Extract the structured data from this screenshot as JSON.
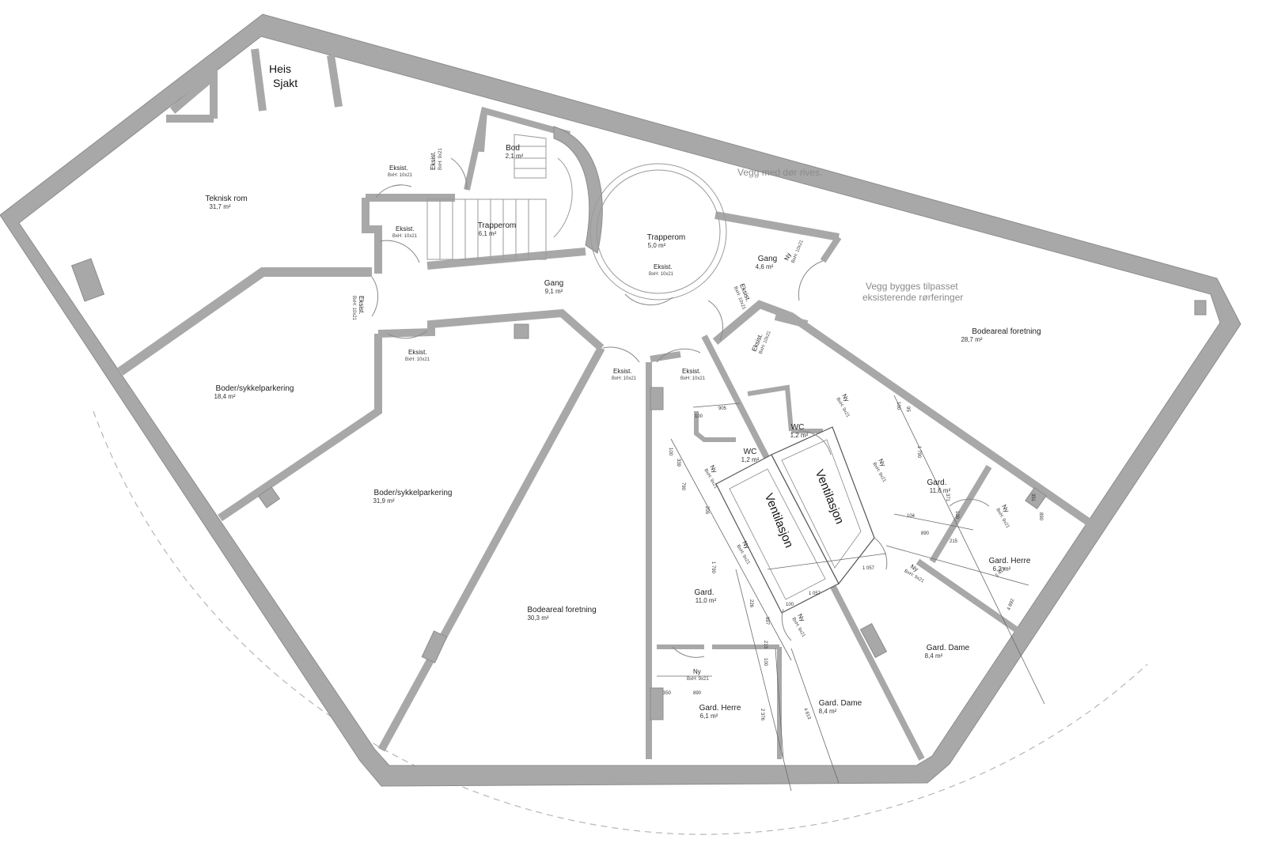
{
  "plan": {
    "rooms": [
      {
        "id": "heis",
        "name": "Heis",
        "area": "Sjakt"
      },
      {
        "id": "bod",
        "name": "Bod",
        "area": "2,1 m²"
      },
      {
        "id": "teknisk",
        "name": "Teknisk rom",
        "area": "31,7 m²"
      },
      {
        "id": "trapperom1",
        "name": "Trapperom",
        "area": "6,1 m²"
      },
      {
        "id": "trapperom2",
        "name": "Trapperom",
        "area": "5,0 m²"
      },
      {
        "id": "gang1",
        "name": "Gang",
        "area": "9,1 m²"
      },
      {
        "id": "gang2",
        "name": "Gang",
        "area": "4,6 m²"
      },
      {
        "id": "bodeareal1",
        "name": "Bodeareal foretning",
        "area": "28,7 m²"
      },
      {
        "id": "boder1",
        "name": "Boder/sykkelparkering",
        "area": "18,4 m²"
      },
      {
        "id": "boder2",
        "name": "Boder/sykkelparkering",
        "area": "31,9 m²"
      },
      {
        "id": "bodeareal2",
        "name": "Bodeareal foretning",
        "area": "30,3 m²"
      },
      {
        "id": "wc1",
        "name": "WC",
        "area": "1,2 m²"
      },
      {
        "id": "wc2",
        "name": "WC",
        "area": "1,2 m²"
      },
      {
        "id": "gard1",
        "name": "Gard.",
        "area": "11,6 m²"
      },
      {
        "id": "gard2",
        "name": "Gard.",
        "area": "11,0 m²"
      },
      {
        "id": "gardherre1",
        "name": "Gard. Herre",
        "area": "6,2 m²"
      },
      {
        "id": "garddame1",
        "name": "Gard. Dame",
        "area": "8,4 m²"
      },
      {
        "id": "garddame2",
        "name": "Gard. Dame",
        "area": "8,4 m²"
      },
      {
        "id": "gardherre2",
        "name": "Gard. Herre",
        "area": "6,1 m²"
      }
    ],
    "ventilation": [
      "Ventilasjon",
      "Ventilasjon"
    ],
    "doors": [
      {
        "label": "Eksist.",
        "size": "BxH: 9x21"
      },
      {
        "label": "Eksist.",
        "size": "BxH: 10x21"
      },
      {
        "label": "Eksist.",
        "size": "BxH: 10x21"
      },
      {
        "label": "Eksist.",
        "size": "BxH: 10x21"
      },
      {
        "label": "Eksist.",
        "size": "BxH: 10x21"
      },
      {
        "label": "Eksist.",
        "size": "BxH: 10x21"
      },
      {
        "label": "Eksist.",
        "size": "BxH: 10x21"
      },
      {
        "label": "Eksist.",
        "size": "BxH: 10x21"
      },
      {
        "label": "Eksist.",
        "size": "BxH: 10x21"
      },
      {
        "label": "Eksist.",
        "size": "BxH: 10x21"
      },
      {
        "label": "Ny",
        "size": "BxH: 10x21"
      },
      {
        "label": "Ny",
        "size": "BxH: 9x21"
      },
      {
        "label": "Ny",
        "size": "BxH: 9x21"
      },
      {
        "label": "Ny",
        "size": "BxH: 9x21"
      },
      {
        "label": "Ny",
        "size": "BxH: 9x21"
      },
      {
        "label": "Ny",
        "size": "BxH: 9x21"
      },
      {
        "label": "Ny",
        "size": "BxH: 9x21"
      },
      {
        "label": "Ny",
        "size": "BxH: 9x21"
      },
      {
        "label": "Ny",
        "size": "BxH: 9x21"
      }
    ],
    "notes": {
      "wall_removed": "Vegg med dør rives.",
      "wall_built_1": "Vegg bygges tilpasset",
      "wall_built_2": "eksisterende rørferinger"
    },
    "dimensions": [
      "905",
      "100",
      "100",
      "339",
      "790",
      "205",
      "1 790",
      "226",
      "997",
      "100",
      "213",
      "100",
      "350",
      "890",
      "2 376",
      "4 813",
      "1 057",
      "1 057",
      "1 790",
      "104",
      "890",
      "215",
      "100",
      "371",
      "2 423",
      "4 892",
      "890",
      "351",
      "100",
      "95"
    ],
    "colors": {
      "wall": "#a8a8a8",
      "background": "#ffffff",
      "text": "#222222",
      "note": "#8a8a8a"
    }
  }
}
